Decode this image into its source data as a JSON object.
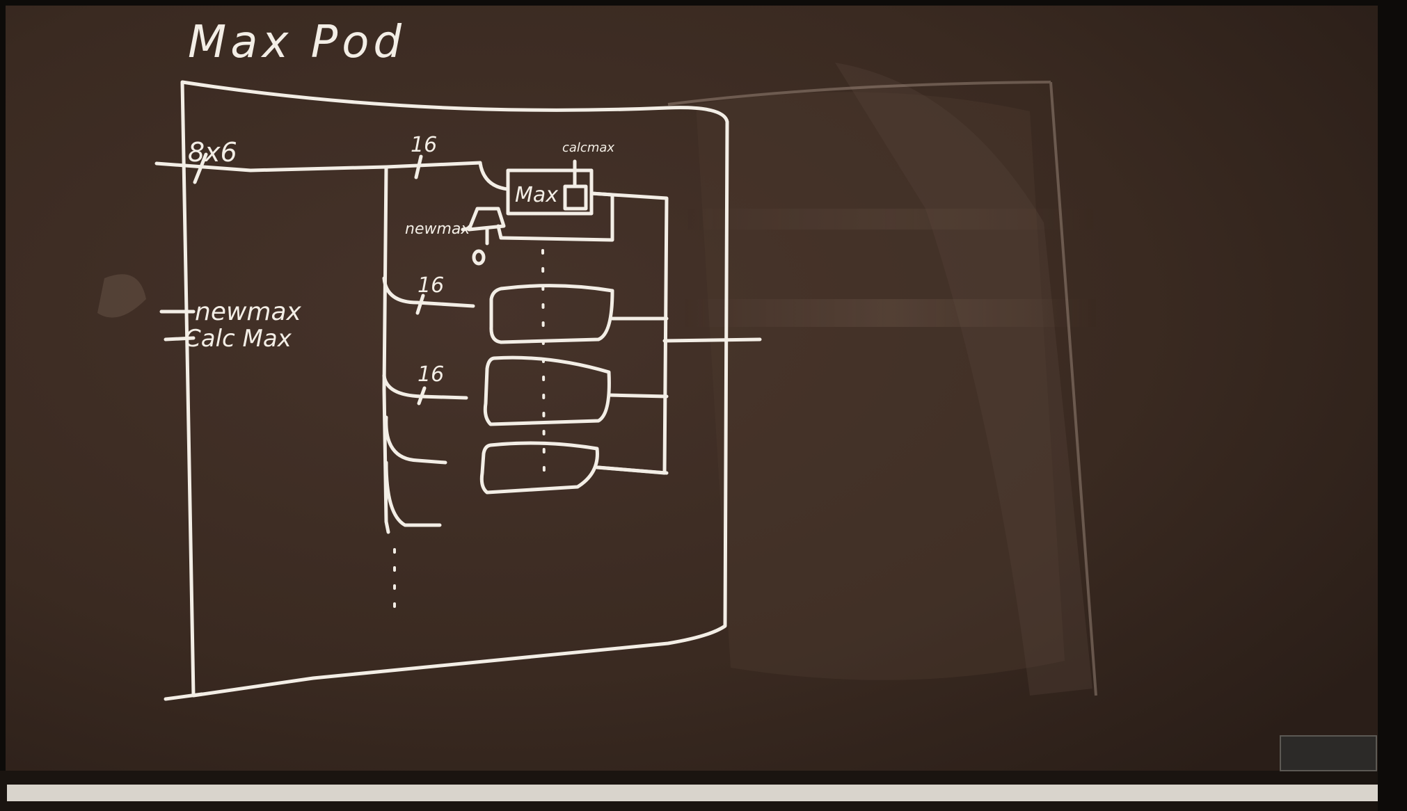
{
  "board": {
    "title": "Max Pod",
    "input_width": "8x6",
    "bus_width_top": "16",
    "bus_width_mid1": "16",
    "bus_width_mid2": "16",
    "control_signals": [
      "newmax",
      "Calc Max"
    ],
    "max_register_label": "Max",
    "calcmax_label": "calcmax",
    "newmax_mux_label": "newmax",
    "mux_zero_input": "0"
  },
  "colors": {
    "board": "#3c2b22",
    "chalk": "#f3eee6",
    "frame": "#0d0b09",
    "tray": "#d9d4cc"
  }
}
